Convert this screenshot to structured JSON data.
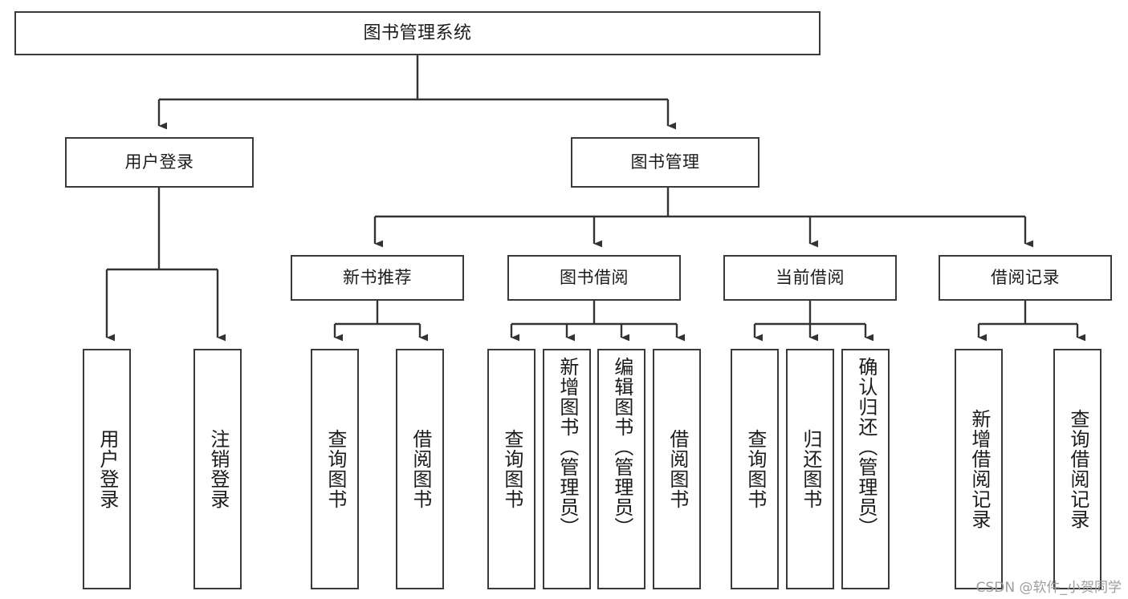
{
  "diagram": {
    "type": "tree",
    "title": "图书管理系统",
    "orientation": "top-down",
    "colors": {
      "box_border": "#3a3a3a",
      "box_fill": "#ffffff",
      "connector": "#333333",
      "text": "#1b1b1b",
      "watermark": "#9d9d9d"
    },
    "root": {
      "label": "图书管理系统"
    },
    "level2": [
      {
        "label": "用户登录"
      },
      {
        "label": "图书管理"
      }
    ],
    "level3": [
      {
        "label": "新书推荐"
      },
      {
        "label": "图书借阅"
      },
      {
        "label": "当前借阅"
      },
      {
        "label": "借阅记录"
      }
    ],
    "leaves": [
      {
        "label": "用户登录"
      },
      {
        "label": "注销登录"
      },
      {
        "label": "查询图书"
      },
      {
        "label": "借阅图书"
      },
      {
        "label": "查询图书"
      },
      {
        "label": "新增图书（管理员）"
      },
      {
        "label": "编辑图书（管理员）"
      },
      {
        "label": "借阅图书"
      },
      {
        "label": "查询图书"
      },
      {
        "label": "归还图书"
      },
      {
        "label": "确认归还（管理员）"
      },
      {
        "label": "新增借阅记录"
      },
      {
        "label": "查询借阅记录"
      }
    ]
  },
  "watermark": {
    "text": "CSDN @软件_小贺同学"
  }
}
